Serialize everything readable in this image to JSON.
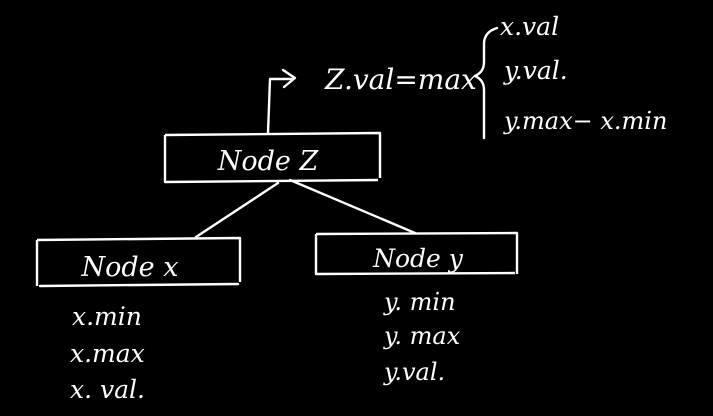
{
  "background_color": "#000000",
  "ink_color": "#ffffff",
  "root": {
    "label": "Node Z",
    "formula": {
      "lhs": "Z.val=max",
      "options": [
        "x.val",
        "y.val.",
        "y.max− x.min"
      ]
    }
  },
  "left": {
    "label": "Node x",
    "fields": [
      "x.min",
      "x.max",
      "x. val."
    ]
  },
  "right": {
    "label": "Node y",
    "fields": [
      "y. min",
      "y. max",
      "y.val."
    ]
  }
}
